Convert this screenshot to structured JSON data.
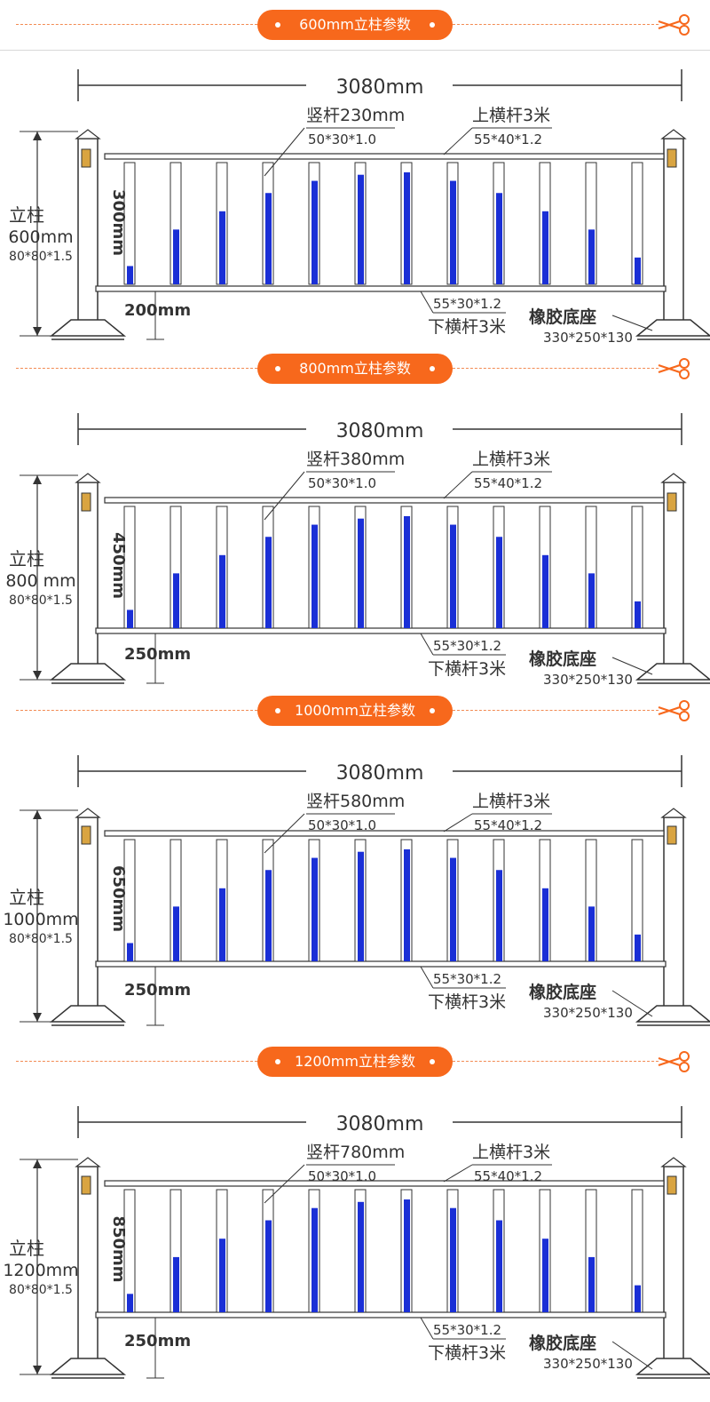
{
  "sections": [
    {
      "banner": "600mm立柱参数",
      "total_width": "3080mm",
      "picket_label": "竖杆230mm",
      "picket_spec": "50*30*1.0",
      "top_rail_label": "上横杆3米",
      "top_rail_spec": "55*40*1.2",
      "post_label": "立柱",
      "post_height": "600mm",
      "post_spec": "80*80*1.5",
      "inner_height": "300mm",
      "gap": "200mm",
      "bottom_rail_spec": "55*30*1.2",
      "bottom_rail_label": "下横杆3米",
      "base_label": "橡胶底座",
      "base_spec": "330*250*130"
    },
    {
      "banner": "800mm立柱参数",
      "total_width": "3080mm",
      "picket_label": "竖杆380mm",
      "picket_spec": "50*30*1.0",
      "top_rail_label": "上横杆3米",
      "top_rail_spec": "55*40*1.2",
      "post_label": "立柱",
      "post_height": "800 mm",
      "post_spec": "80*80*1.5",
      "inner_height": "450mm",
      "gap": "250mm",
      "bottom_rail_spec": "55*30*1.2",
      "bottom_rail_label": "下横杆3米",
      "base_label": "橡胶底座",
      "base_spec": "330*250*130"
    },
    {
      "banner": "1000mm立柱参数",
      "total_width": "3080mm",
      "picket_label": "竖杆580mm",
      "picket_spec": "50*30*1.0",
      "top_rail_label": "上横杆3米",
      "top_rail_spec": "55*40*1.2",
      "post_label": "立柱",
      "post_height": "1000mm",
      "post_spec": "80*80*1.5",
      "inner_height": "650mm",
      "gap": "250mm",
      "bottom_rail_spec": "55*30*1.2",
      "bottom_rail_label": "下横杆3米",
      "base_label": "橡胶底座",
      "base_spec": "330*250*130"
    },
    {
      "banner": "1200mm立柱参数",
      "total_width": "3080mm",
      "picket_label": "竖杆780mm",
      "picket_spec": "50*30*1.0",
      "top_rail_label": "上横杆3米",
      "top_rail_spec": "55*40*1.2",
      "post_label": "立柱",
      "post_height": "1200mm",
      "post_spec": "80*80*1.5",
      "inner_height": "850mm",
      "gap": "250mm",
      "bottom_rail_spec": "55*30*1.2",
      "bottom_rail_label": "下横杆3米",
      "base_label": "橡胶底座",
      "base_spec": "330*250*130"
    }
  ],
  "colors": {
    "accent_orange": "#f7681c",
    "dashed_line": "#f28a52",
    "picket_blue": "#1a2fd6",
    "post_cap": "#d9a441",
    "line": "#333333"
  },
  "icons": {
    "cut": "scissors-icon"
  },
  "picket_blue_fill_levels": [
    0.15,
    0.45,
    0.6,
    0.75,
    0.85,
    0.9,
    0.92,
    0.85,
    0.75,
    0.6,
    0.45,
    0.22
  ]
}
